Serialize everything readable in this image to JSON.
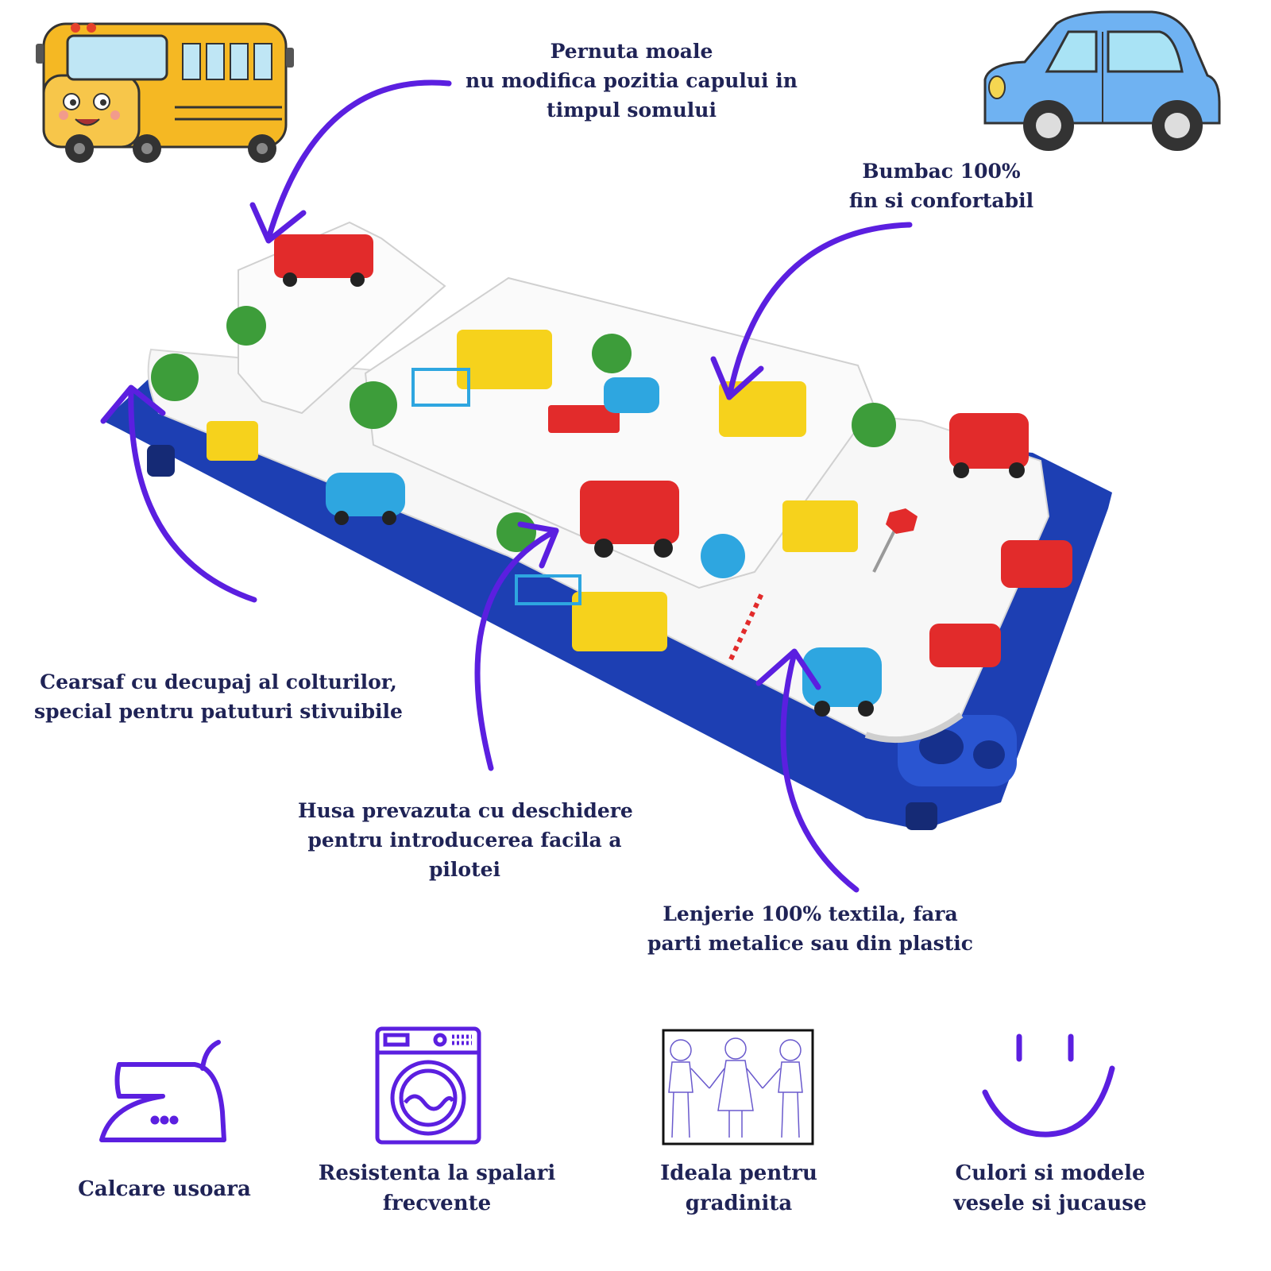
{
  "annotations": {
    "pillow": [
      "Pernuta moale",
      "nu modifica pozitia capului in",
      "timpul somului"
    ],
    "cotton": [
      "Bumbac 100%",
      "fin si confortabil"
    ],
    "sheet": [
      "Cearsaf cu decupaj al colturilor,",
      "special pentru patuturi stivuibile"
    ],
    "cover": [
      "Husa prevazuta cu deschidere",
      "pentru introducerea facila a",
      "pilotei"
    ],
    "textile": [
      "Lenjerie 100% textila, fara",
      "parti metalice sau din plastic"
    ]
  },
  "features": [
    {
      "icon": "iron-icon",
      "lines": [
        "Calcare usoara"
      ]
    },
    {
      "icon": "washing-machine-icon",
      "lines": [
        "Resistenta la spalari",
        "frecvente"
      ]
    },
    {
      "icon": "kids-holding-hands-icon",
      "lines": [
        "Ideala pentru",
        "gradinita"
      ]
    },
    {
      "icon": "smiley-icon",
      "lines": [
        "Culori si modele",
        "vesele si jucause"
      ]
    }
  ],
  "colors": {
    "text": "#1f2356",
    "accent": "#5b1fe0",
    "bus": "#f5b823",
    "car": "#6fb2f2",
    "cot": "#1d3fb3"
  }
}
